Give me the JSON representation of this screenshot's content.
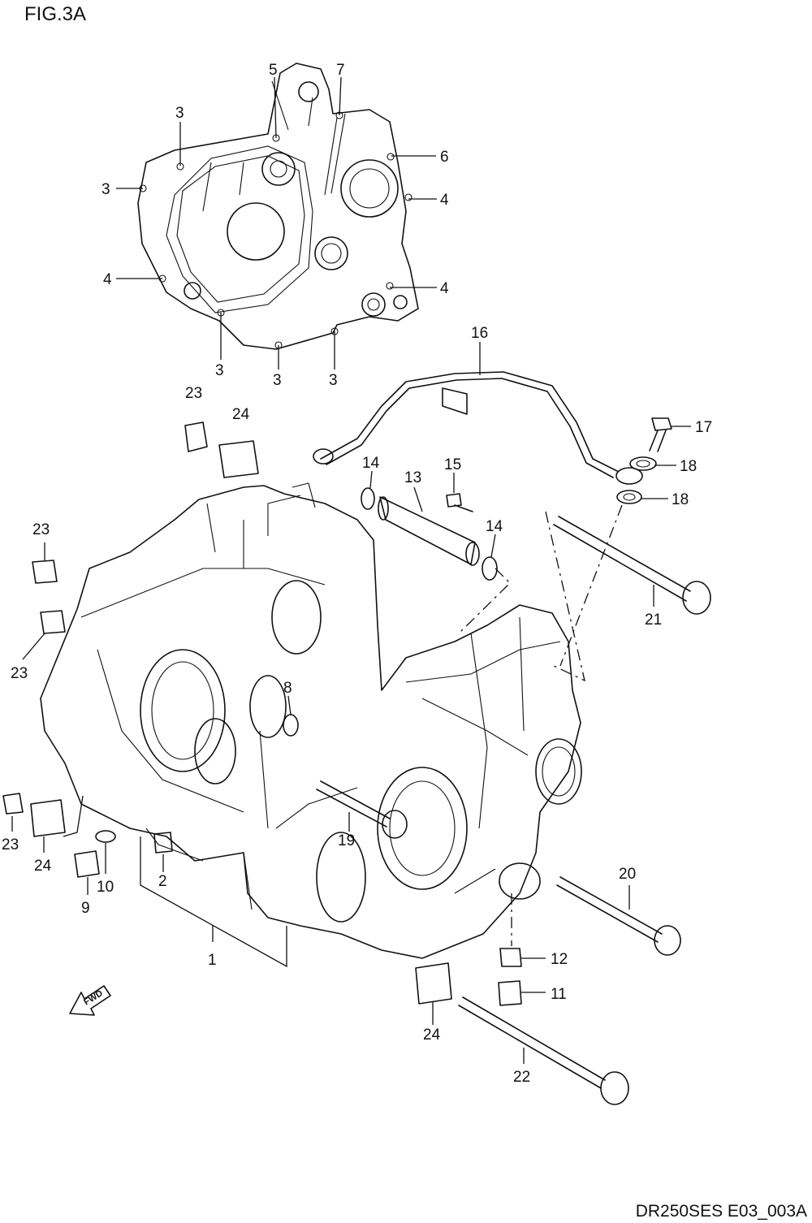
{
  "figure": {
    "title": "FIG.3A",
    "code": "DR250SES E03_003A",
    "fwd_label": "FWD"
  },
  "callouts": [
    {
      "id": "c5",
      "label": "5"
    },
    {
      "id": "c7",
      "label": "7"
    },
    {
      "id": "c3a",
      "label": "3"
    },
    {
      "id": "c6",
      "label": "6"
    },
    {
      "id": "c3b",
      "label": "3"
    },
    {
      "id": "c4a",
      "label": "4"
    },
    {
      "id": "c4b",
      "label": "4"
    },
    {
      "id": "c4c",
      "label": "4"
    },
    {
      "id": "c3c",
      "label": "3"
    },
    {
      "id": "c3d",
      "label": "3"
    },
    {
      "id": "c3e",
      "label": "3"
    },
    {
      "id": "c16",
      "label": "16"
    },
    {
      "id": "c23a",
      "label": "23"
    },
    {
      "id": "c24a",
      "label": "24"
    },
    {
      "id": "c17",
      "label": "17"
    },
    {
      "id": "c18a",
      "label": "18"
    },
    {
      "id": "c14a",
      "label": "14"
    },
    {
      "id": "c15",
      "label": "15"
    },
    {
      "id": "c13",
      "label": "13"
    },
    {
      "id": "c18b",
      "label": "18"
    },
    {
      "id": "c14b",
      "label": "14"
    },
    {
      "id": "c23b",
      "label": "23"
    },
    {
      "id": "c21",
      "label": "21"
    },
    {
      "id": "c23c",
      "label": "23"
    },
    {
      "id": "c8",
      "label": "8"
    },
    {
      "id": "c19",
      "label": "19"
    },
    {
      "id": "c23d",
      "label": "23"
    },
    {
      "id": "c24b",
      "label": "24"
    },
    {
      "id": "c10",
      "label": "10"
    },
    {
      "id": "c2",
      "label": "2"
    },
    {
      "id": "c9",
      "label": "9"
    },
    {
      "id": "c20",
      "label": "20"
    },
    {
      "id": "c1",
      "label": "1"
    },
    {
      "id": "c12",
      "label": "12"
    },
    {
      "id": "c11",
      "label": "11"
    },
    {
      "id": "c24c",
      "label": "24"
    },
    {
      "id": "c22",
      "label": "22"
    }
  ]
}
